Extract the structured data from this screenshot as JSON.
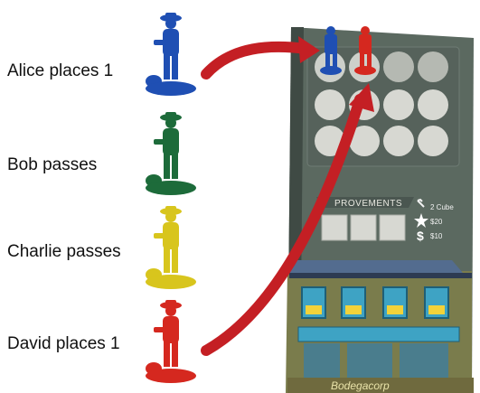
{
  "players": [
    {
      "name": "Alice",
      "label": "Alice places 1",
      "color": "#1f4fb3"
    },
    {
      "name": "Bob",
      "label": "Bob passes",
      "color": "#1d6b3a"
    },
    {
      "name": "Charlie",
      "label": "Charlie passes",
      "color": "#d8c51d"
    },
    {
      "name": "David",
      "label": "David places 1",
      "color": "#d5281f"
    }
  ],
  "board": {
    "section_label": "PROVEMENTS",
    "cost_rows": [
      {
        "icon": "wrench-icon",
        "value": "2 Cube"
      },
      {
        "icon": "star-icon",
        "value": "$20"
      },
      {
        "icon": "dollar-icon",
        "value": "$10"
      }
    ],
    "building_sign": "Bodegacorp",
    "slots_total": 12,
    "slots_occupied": 2
  },
  "colors": {
    "arrow": "#c41f24",
    "board_bg": "#5e6b63",
    "slot": "#d7d8d2",
    "building_blue": "#3ea3c4",
    "building_yellow": "#f2d23a"
  }
}
